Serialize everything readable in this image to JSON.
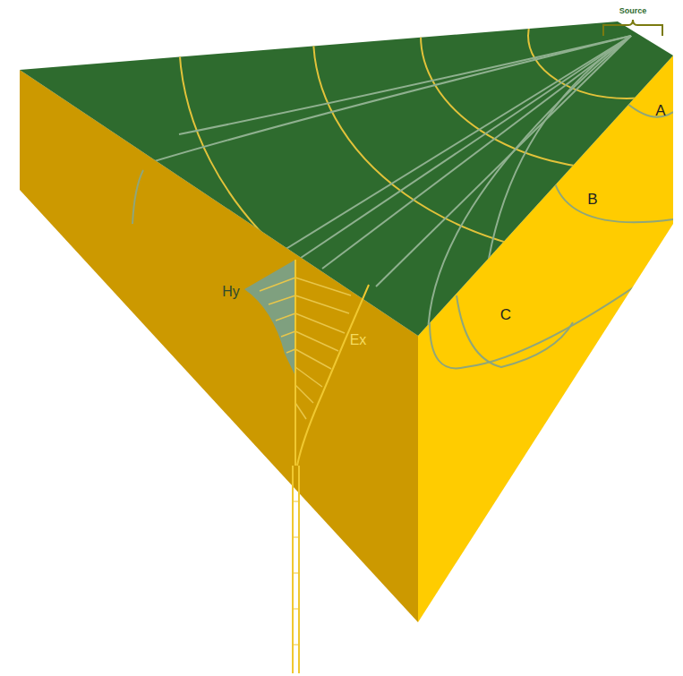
{
  "diagram": {
    "labels": [
      "Source",
      "A",
      "B",
      "C",
      "Hy",
      "Ex"
    ]
  }
}
